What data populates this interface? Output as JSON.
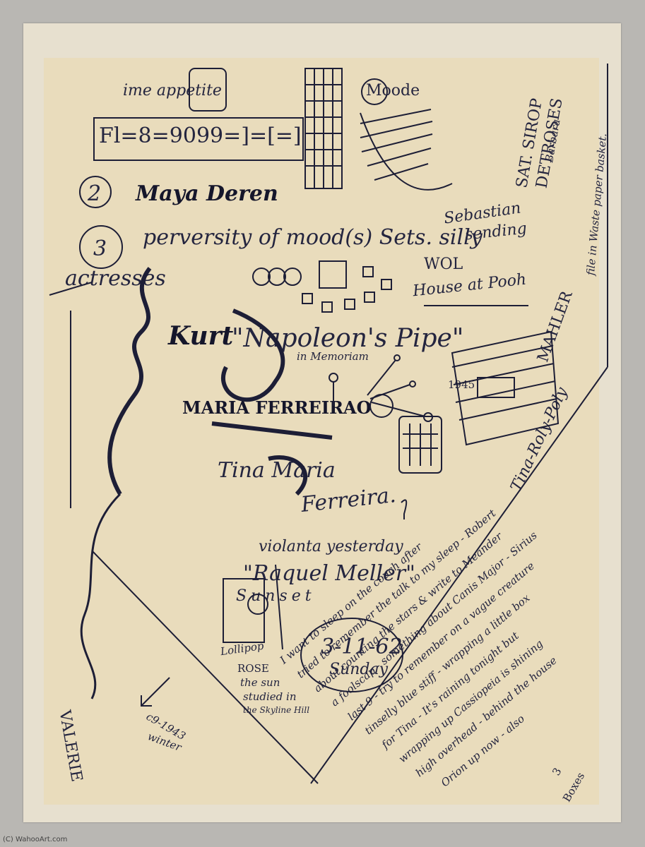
{
  "sketch": {
    "line1": "ime appetite",
    "equation": "Fl=8=9099=]=[=]",
    "mode_word": "Moode",
    "num2": "2",
    "num3": "3",
    "maya_deren": "Maya Deren",
    "perversity": "perversity of mood(s) Sets. silly",
    "actresses": "actresses",
    "sebastian": "Sebastian",
    "sending": "sending",
    "wol": "WOL",
    "house_pooh": "House at Pooh",
    "kurt": "Kurt",
    "napoleons_pipe": "\"Napoleon's Pipe\"",
    "in_memoriam": "in Memoriam",
    "maria_ferreirao": "MARIA FERREIRAO",
    "tina_maria": "Tina Maria",
    "ferreira": "Ferreira.",
    "violanta": "violanta yesterday",
    "raquel_meller": "\"Raquel Meller\"",
    "sunset": "Sunset",
    "date": "3-11-62",
    "sunday": "Sunday",
    "rose": "ROSE",
    "the_sun": "the sun",
    "studied": "studied in",
    "skyline": "the Skyline Hill",
    "lollipop": "Lollipop",
    "year_1943": "c9-1943",
    "winter": "winter",
    "valerie": "VALERIE",
    "mahler": "MAHLER",
    "tina_roly": "Tina-Roly-Poly",
    "sat_sirop": "SAT. SIROP",
    "detroses": "DETROSES",
    "barbara": "Barbara",
    "file_in_waste": "file in Waste paper basket.",
    "box_year": "1945",
    "bottom_note_1": "I want to sleep on the couch after",
    "bottom_note_2": "tried to remember the talk to my sleep - Robert",
    "bottom_note_3": "about counting the stars & write to Meander",
    "bottom_note_4": "a foolscap - something about Canis Major - Sirius",
    "bottom_note_5": "last 9 - try to remember on a vague creature",
    "bottom_note_6": "tinselly blue stiff - wrapping a little box",
    "bottom_note_7": "for Tina - It's raining tonight but",
    "bottom_note_8": "wrapping up Cassiopeia is shining",
    "bottom_note_9": "high overhead - behind the house",
    "bottom_note_10": "Orion up now - also",
    "signature": "Boxes",
    "page_num": "3"
  },
  "watermark": "(C) WahooArt.com"
}
